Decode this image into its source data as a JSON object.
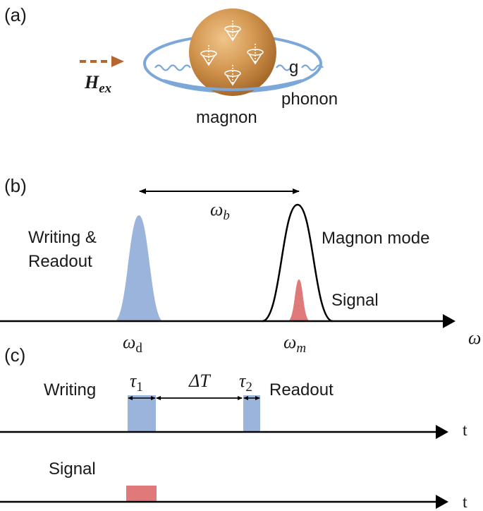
{
  "panels": {
    "a": "(a)",
    "b": "(b)",
    "c": "(c)"
  },
  "panel_a": {
    "field_label": "H",
    "field_subscript": "ex",
    "coupling_label": "g",
    "phonon_label": "phonon",
    "magnon_label": "magnon",
    "colors": {
      "arrow": "#b8662f",
      "ring": "#7ba7d9",
      "sphere": "#c88a45"
    }
  },
  "panel_b": {
    "writing_label_line1": "Writing &",
    "writing_label_line2": "Readout",
    "magnon_mode_label": "Magnon mode",
    "signal_label": "Signal",
    "omega_b_main": "ω",
    "omega_b_sub": "b",
    "omega_d_main": "ω",
    "omega_d_sub": "d",
    "omega_m_main": "ω",
    "omega_m_sub": "m",
    "axis_label": "ω",
    "colors": {
      "drive_peak": "#9bb4dc",
      "signal_peak": "#e07a7a",
      "outline": "#000000"
    }
  },
  "panel_c": {
    "writing_label": "Writing",
    "readout_label": "Readout",
    "signal_label": "Signal",
    "tau1_main": "τ",
    "tau1_sub": "1",
    "tau2_main": "τ",
    "tau2_sub": "2",
    "delta_t": "ΔT",
    "time_axis_1": "t",
    "time_axis_2": "t",
    "colors": {
      "pulse": "#9bb4dc",
      "signal": "#e07a7a"
    }
  }
}
